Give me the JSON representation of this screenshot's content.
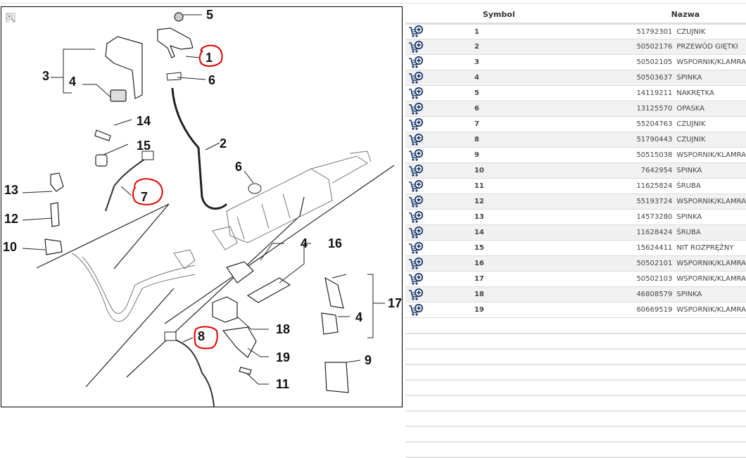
{
  "diagram": {
    "tools": [
      {
        "name": "fit-to-screen-icon"
      },
      {
        "name": "zoom-in-icon"
      },
      {
        "name": "zoom-out-icon"
      }
    ],
    "callouts": [
      "1",
      "2",
      "3",
      "4",
      "5",
      "6",
      "6",
      "7",
      "8",
      "9",
      "10",
      "11",
      "12",
      "13",
      "14",
      "15",
      "16",
      "4",
      "17",
      "4",
      "18",
      "19"
    ],
    "highlight_color": "#e00000"
  },
  "parts_table": {
    "headers": {
      "symbol": "Symbol",
      "name": "Nazwa"
    },
    "rows": [
      {
        "symbol": "1",
        "number": "51792301",
        "name": "CZUJNIK"
      },
      {
        "symbol": "2",
        "number": "50502176",
        "name": "PRZEWÓD GIĘTKI"
      },
      {
        "symbol": "3",
        "number": "50502105",
        "name": "WSPORNIK/KLAMRA"
      },
      {
        "symbol": "4",
        "number": "50503637",
        "name": "SPINKA"
      },
      {
        "symbol": "5",
        "number": "14119211",
        "name": "NAKRĘTKA"
      },
      {
        "symbol": "6",
        "number": "13125570",
        "name": "OPASKA"
      },
      {
        "symbol": "7",
        "number": "55204763",
        "name": "CZUJNIK"
      },
      {
        "symbol": "8",
        "number": "51790443",
        "name": "CZUJNIK"
      },
      {
        "symbol": "9",
        "number": "50515038",
        "name": "WSPORNIK/KLAMRA"
      },
      {
        "symbol": "10",
        "number": "7642954",
        "name": "SPINKA"
      },
      {
        "symbol": "11",
        "number": "11625824",
        "name": "ŚRUBA"
      },
      {
        "symbol": "12",
        "number": "55193724",
        "name": "WSPORNIK/KLAMRA"
      },
      {
        "symbol": "13",
        "number": "14573280",
        "name": "SPINKA"
      },
      {
        "symbol": "14",
        "number": "11628424",
        "name": "ŚRUBA"
      },
      {
        "symbol": "15",
        "number": "15624411",
        "name": "NIT ROZPRĘŻNY"
      },
      {
        "symbol": "16",
        "number": "50502101",
        "name": "WSPORNIK/KLAMRA"
      },
      {
        "symbol": "17",
        "number": "50502103",
        "name": "WSPORNIK/KLAMRA"
      },
      {
        "symbol": "18",
        "number": "46808579",
        "name": "SPINKA"
      },
      {
        "symbol": "19",
        "number": "60669519",
        "name": "WSPORNIK/KLAMRA"
      }
    ],
    "add_to_cart_icon": "cart-plus-icon",
    "icon_color": "#1b3a6b"
  }
}
